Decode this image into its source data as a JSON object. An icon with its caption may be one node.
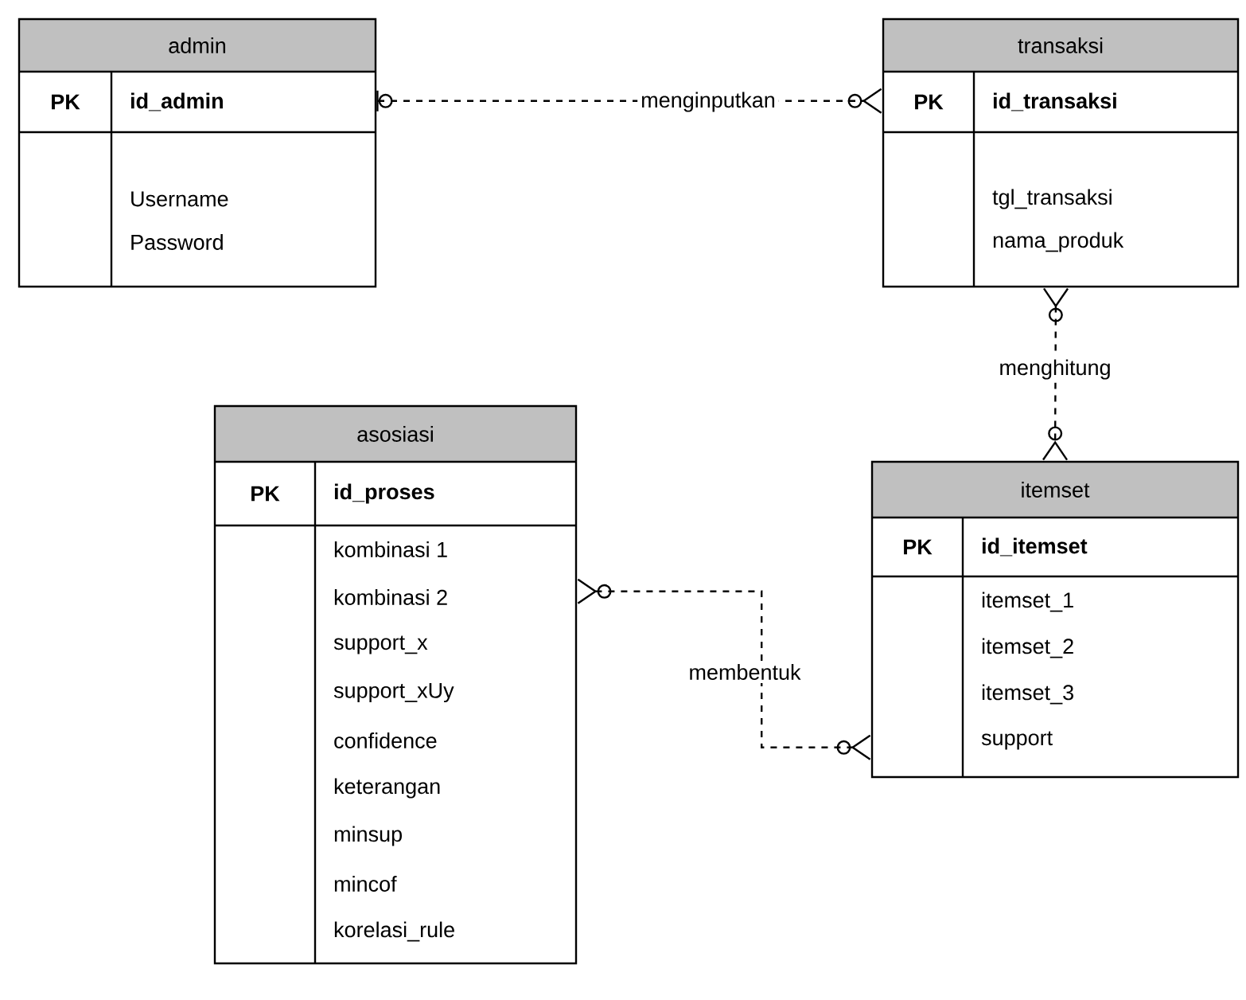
{
  "diagram": {
    "nodes": [
      {
        "text": [
          "admin",
          "PK",
          "id_admin",
          "Username",
          "Password"
        ]
      },
      {
        "text": [
          "transaksi",
          "PK",
          "id_transaksi",
          "tgl_transaksi",
          "nama_produk"
        ]
      },
      {
        "text": [
          "asosiasi",
          "PK",
          "id_proses",
          "kombinasi 1",
          "kombinasi 2",
          "support_x",
          "support_xUy",
          "confidence",
          "keterangan",
          "minsup",
          "mincof",
          "korelasi_rule"
        ]
      },
      {
        "text": [
          "itemset",
          "PK",
          "id_itemset",
          "itemset_1",
          "itemset_2",
          "itemset_3",
          "support"
        ]
      }
    ],
    "edges": [
      {
        "from": 0,
        "to": 1,
        "arrow": "other",
        "label": "menginputkan",
        "style": "dashed"
      },
      {
        "from": 1,
        "to": 3,
        "arrow": "other",
        "label": "menghitung",
        "style": "dashed"
      },
      {
        "from": 2,
        "to": 3,
        "arrow": "other",
        "label": "membentuk",
        "style": "dashed"
      }
    ]
  }
}
